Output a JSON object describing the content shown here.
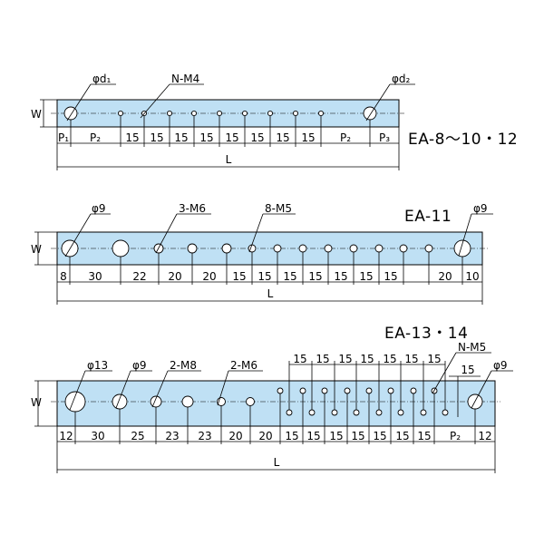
{
  "diagrams": [
    {
      "model": "EA-8～10・12",
      "labels": {
        "d1": "φd₁",
        "nm4": "N-M4",
        "d2": "φd₂",
        "w": "W",
        "l": "L"
      },
      "spacing": [
        "P₁",
        "P₂",
        "15",
        "15",
        "15",
        "15",
        "15",
        "15",
        "15",
        "15",
        "P₂",
        "P₃"
      ]
    },
    {
      "model": "EA-11",
      "labels": {
        "phi9_left": "φ9",
        "m6": "3-M6",
        "m5": "8-M5",
        "phi9_right": "φ9",
        "w": "W",
        "l": "L"
      },
      "spacing": [
        "8",
        "30",
        "22",
        "20",
        "20",
        "15",
        "15",
        "15",
        "15",
        "15",
        "15",
        "15",
        "20",
        "10"
      ]
    },
    {
      "model": "EA-13・14",
      "labels": {
        "phi13": "φ13",
        "phi9_left": "φ9",
        "m8": "2-M8",
        "m6": "2-M6",
        "nm5": "N-M5",
        "phi9_right": "φ9",
        "w": "W",
        "l": "L"
      },
      "top_spacing": [
        "15",
        "15",
        "15",
        "15",
        "15",
        "15",
        "15"
      ],
      "side_pitch": "15",
      "spacing": [
        "12",
        "30",
        "25",
        "23",
        "23",
        "20",
        "20",
        "15",
        "15",
        "15",
        "15",
        "15",
        "15",
        "15",
        "P₂",
        "12"
      ]
    }
  ],
  "colors": {
    "bar_fill": "#bfe0f4",
    "line": "#000000"
  }
}
